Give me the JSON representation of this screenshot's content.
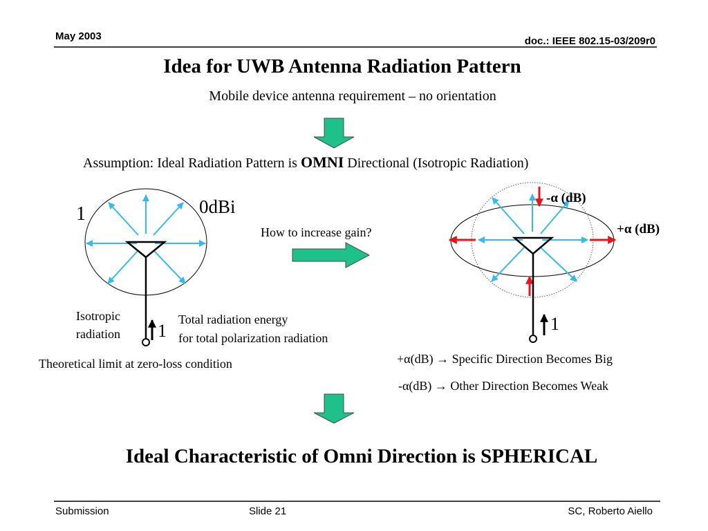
{
  "header": {
    "date": "May 2003",
    "doc_id": "doc.: IEEE 802.15-03/209r0"
  },
  "slide": {
    "title": "Idea for UWB Antenna Radiation Pattern",
    "subtitle": "Mobile device antenna requirement – no orientation",
    "assumption": {
      "prefix": "Assumption: Ideal Radiation Pattern is ",
      "emphasis": "OMNI",
      "suffix": " Directional (Isotropic Radiation)"
    },
    "left_diagram": {
      "gain_label": "1",
      "dbi_label": "0dBi",
      "isotropic_line1": "Isotropic",
      "isotropic_line2": "radiation",
      "feed_value": "1",
      "energy_line1": "Total radiation energy",
      "energy_line2": "for total polarization radiation",
      "limit_note": "Theoretical limit at zero-loss condition"
    },
    "question": "How to increase gain?",
    "right_diagram": {
      "minus_label": "-α (dB)",
      "plus_label": "+α (dB)",
      "feed_value": "1",
      "note_plus": "+α(dB) → Specific Direction Becomes Big",
      "note_minus": "-α(dB) → Other Direction Becomes Weak"
    },
    "conclusion": "Ideal Characteristic of Omni Direction is SPHERICAL",
    "colors": {
      "radiation_arrow": "#33bbee",
      "change_arrow": "#e8141c",
      "flow_arrow": "#1fc18b"
    }
  },
  "footer": {
    "left": "Submission",
    "center": "Slide 21",
    "right": "SC, Roberto Aiello"
  }
}
